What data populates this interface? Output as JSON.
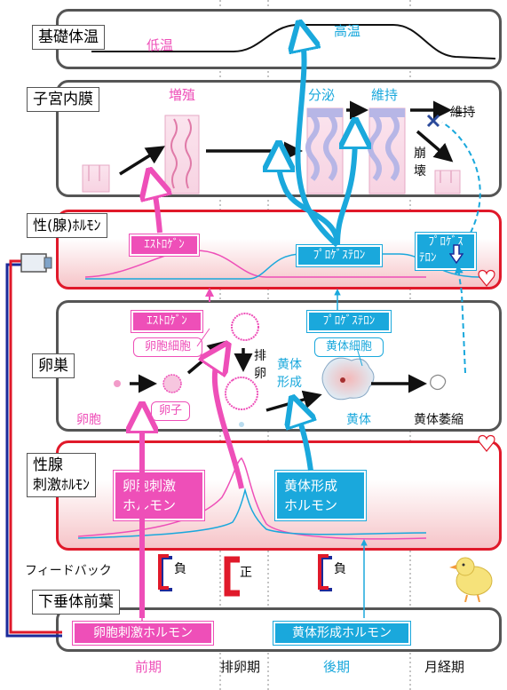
{
  "rows": {
    "basal_temp": "基礎体温",
    "endometrium": "子宮内膜",
    "sex_hormone": "性(腺)ﾎﾙﾓﾝ",
    "ovary": "卵巣",
    "gonadotropin_line1": "性腺",
    "gonadotropin_line2": "刺激ﾎﾙﾓﾝ",
    "feedback": "フィードバック",
    "pituitary": "下垂体前葉"
  },
  "temperature": {
    "low": "低温",
    "high": "高温"
  },
  "endometrium_labels": {
    "proliferation": "増殖",
    "secretion": "分泌",
    "maintenance": "維持",
    "maintenance_struck": "維持",
    "collapse_1": "崩",
    "collapse_2": "壊"
  },
  "hormone_tags": {
    "estrogen": "ｴｽﾄﾛｹﾞﾝ",
    "progesterone": "ﾌﾟﾛｹﾞｽﾃﾛﾝ",
    "progesterone_split_1": "ﾌﾟﾛｹﾞｽ",
    "progesterone_split_2": "ﾃﾛﾝ"
  },
  "ovary_labels": {
    "estrogen": "ｴｽﾄﾛｹﾞﾝ",
    "follicle_cells": "卵胞細胞",
    "egg": "卵子",
    "follicle": "卵胞",
    "ovulation_1": "排",
    "ovulation_2": "卵",
    "corpus_luteum_forming_1": "黄体",
    "corpus_luteum_forming_2": "形成",
    "progesterone": "ﾌﾟﾛｹﾞｽﾃﾛﾝ",
    "lutein_cells": "黄体細胞",
    "corpus_luteum": "黄体",
    "corpus_luteum_atrophy": "黄体萎縮"
  },
  "gonadotropin_labels": {
    "fsh_1": "卵胞刺激",
    "fsh_2": "ホルモン",
    "lh_1": "黄体形成",
    "lh_2": "ホルモン"
  },
  "feedback_labels": {
    "neg1": "負",
    "pos": "正",
    "neg2": "負"
  },
  "pituitary_labels": {
    "fsh": "卵胞刺激ホルモン",
    "lh": "黄体形成ホルモン"
  },
  "phases": {
    "early": "前期",
    "ovulation": "排卵期",
    "late": "後期",
    "menstrual": "月経期"
  },
  "colors": {
    "pink": "#ee4fb8",
    "cyan": "#1aa8dc",
    "red": "#e0192a",
    "navy": "#1a2a9a",
    "gray": "#555555"
  }
}
